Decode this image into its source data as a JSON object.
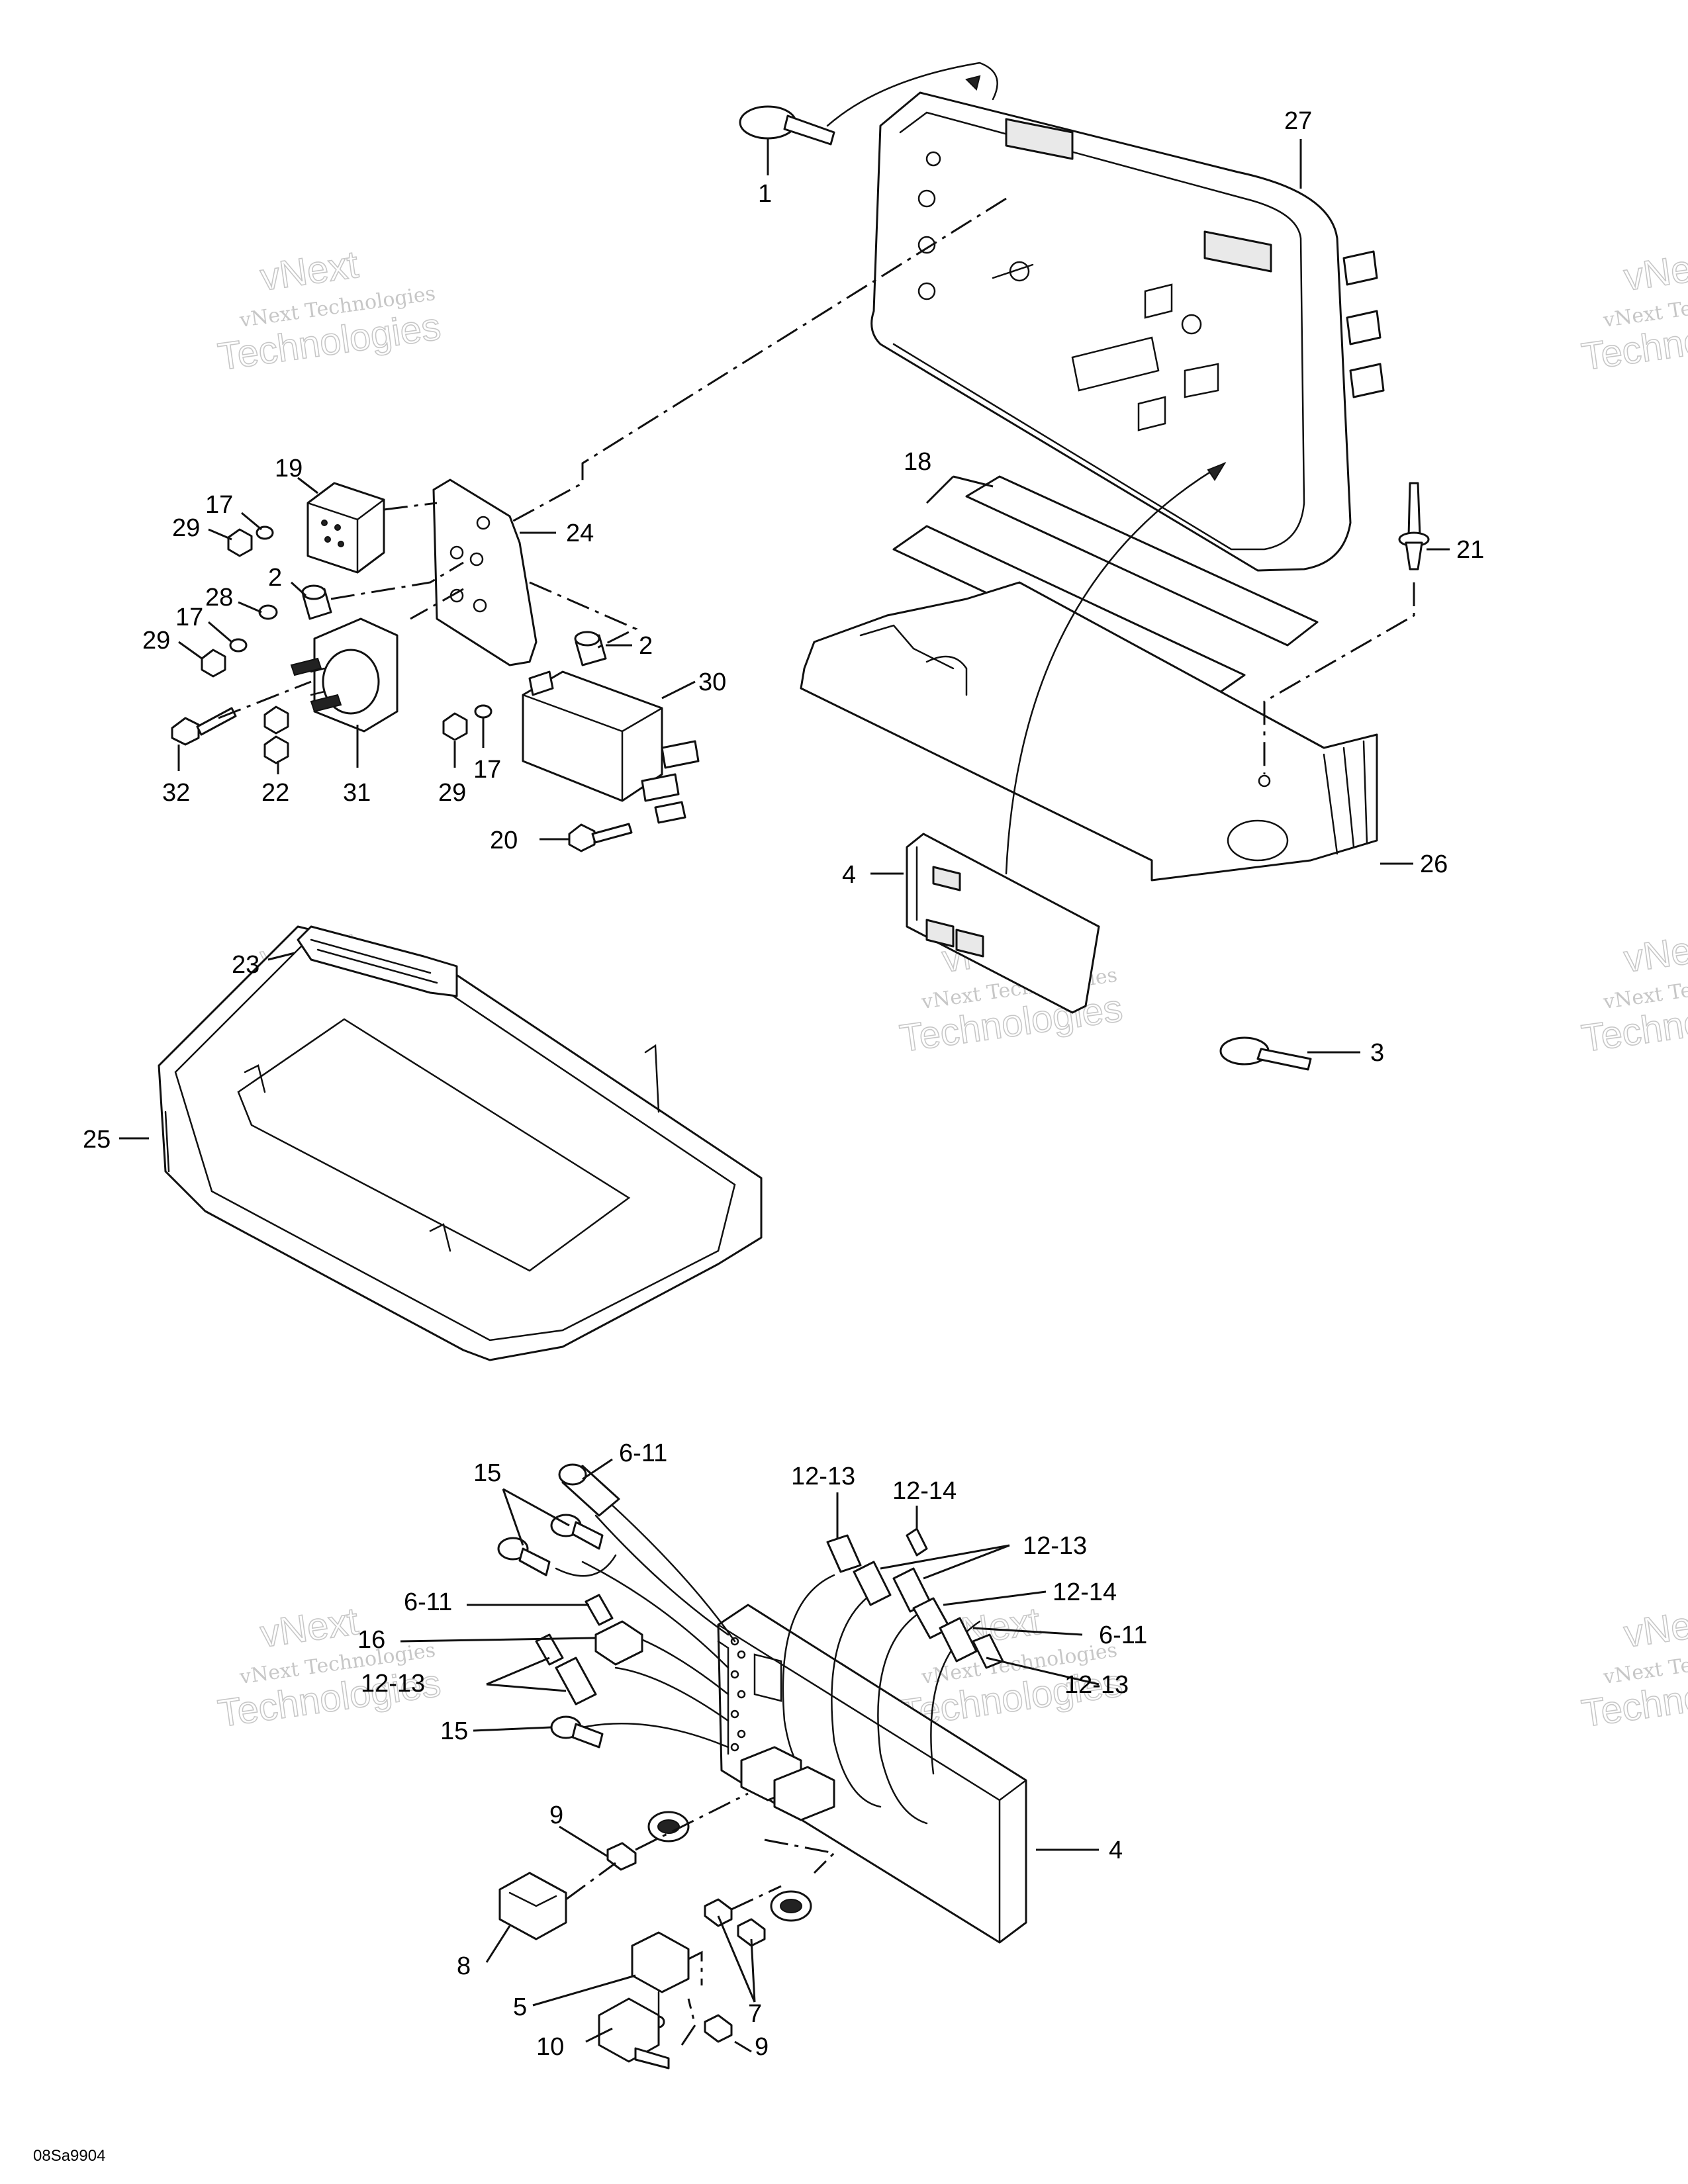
{
  "callouts": [
    {
      "id": "c1",
      "label": "1"
    },
    {
      "id": "c27",
      "label": "27"
    },
    {
      "id": "c18",
      "label": "18"
    },
    {
      "id": "c19",
      "label": "19"
    },
    {
      "id": "c17a",
      "label": "17"
    },
    {
      "id": "c29a",
      "label": "29"
    },
    {
      "id": "c24",
      "label": "24"
    },
    {
      "id": "c2a",
      "label": "2"
    },
    {
      "id": "c28",
      "label": "28"
    },
    {
      "id": "c17b",
      "label": "17"
    },
    {
      "id": "c29b",
      "label": "29"
    },
    {
      "id": "c2b",
      "label": "2"
    },
    {
      "id": "c30",
      "label": "30"
    },
    {
      "id": "c21",
      "label": "21"
    },
    {
      "id": "c32",
      "label": "32"
    },
    {
      "id": "c22",
      "label": "22"
    },
    {
      "id": "c31",
      "label": "31"
    },
    {
      "id": "c29c",
      "label": "29"
    },
    {
      "id": "c17c",
      "label": "17"
    },
    {
      "id": "c20",
      "label": "20"
    },
    {
      "id": "c4a",
      "label": "4"
    },
    {
      "id": "c26",
      "label": "26"
    },
    {
      "id": "c23",
      "label": "23"
    },
    {
      "id": "c25",
      "label": "25"
    },
    {
      "id": "c3",
      "label": "3"
    },
    {
      "id": "c611a",
      "label": "6-11"
    },
    {
      "id": "c15a",
      "label": "15"
    },
    {
      "id": "c1213a",
      "label": "12-13"
    },
    {
      "id": "c1214a",
      "label": "12-14"
    },
    {
      "id": "c1213b",
      "label": "12-13"
    },
    {
      "id": "c1214b",
      "label": "12-14"
    },
    {
      "id": "c611b",
      "label": "6-11"
    },
    {
      "id": "c611c",
      "label": "6-11"
    },
    {
      "id": "c16",
      "label": "16"
    },
    {
      "id": "c1213c",
      "label": "12-13"
    },
    {
      "id": "c1213d",
      "label": "12-13"
    },
    {
      "id": "c15b",
      "label": "15"
    },
    {
      "id": "c4b",
      "label": "4"
    },
    {
      "id": "c9a",
      "label": "9"
    },
    {
      "id": "c8",
      "label": "8"
    },
    {
      "id": "c5",
      "label": "5"
    },
    {
      "id": "c7",
      "label": "7"
    },
    {
      "id": "c10",
      "label": "10"
    },
    {
      "id": "c9b",
      "label": "9"
    }
  ],
  "watermark": {
    "line1": "vNext",
    "line2": "vNext Technologies",
    "line3": "Technologies"
  },
  "drawing_code": "08Sa9904"
}
